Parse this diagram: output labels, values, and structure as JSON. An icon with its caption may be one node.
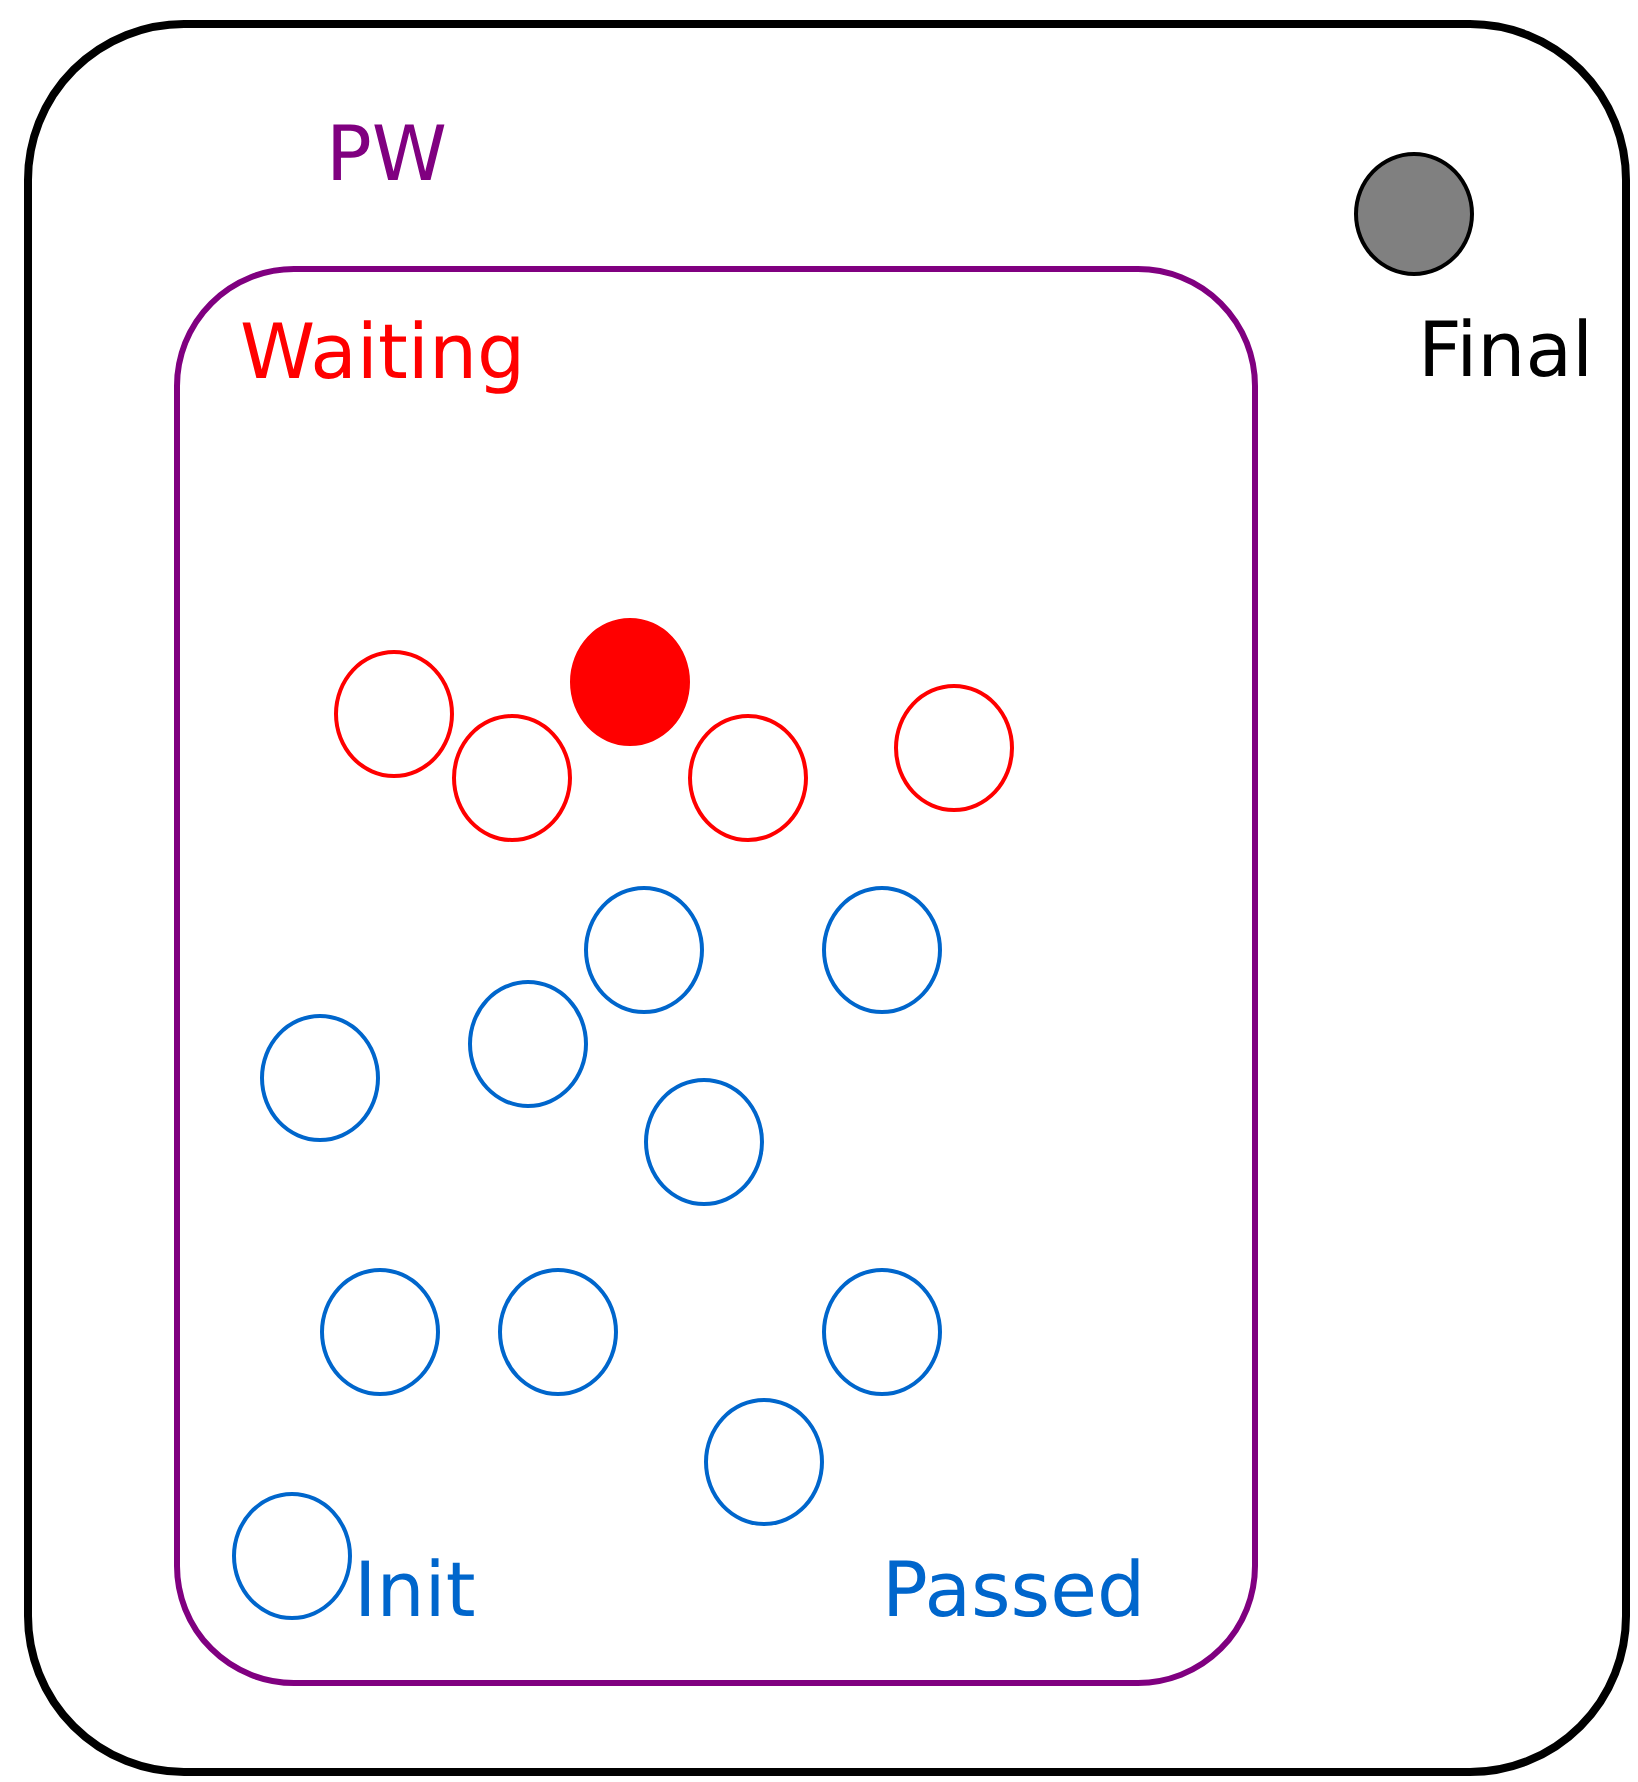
{
  "diagram": {
    "nodes": [
      {
        "text": [],
        "shape": "box"
      },
      {
        "text": [
          "PW"
        ],
        "in": 0
      },
      {
        "text": [],
        "shape": "circle",
        "in": 0,
        "beside": [
          "Final"
        ]
      },
      {
        "text": [],
        "shape": "circle",
        "in": 1
      },
      {
        "text": [],
        "shape": "circle",
        "in": 1
      },
      {
        "text": [],
        "shape": "circle",
        "in": 1
      },
      {
        "text": [],
        "shape": "circle",
        "in": 1
      },
      {
        "text": [],
        "shape": "circle",
        "in": 1
      },
      {
        "text": [],
        "shape": "circle",
        "in": 1
      },
      {
        "text": [],
        "shape": "circle",
        "in": 1
      },
      {
        "text": [],
        "shape": "circle",
        "in": 1
      },
      {
        "text": [],
        "shape": "circle",
        "in": 1
      },
      {
        "text": [],
        "shape": "circle",
        "in": 1
      },
      {
        "text": [],
        "shape": "circle",
        "in": 1
      },
      {
        "text": [],
        "shape": "circle",
        "in": 1
      },
      {
        "text": [],
        "shape": "circle",
        "in": 1
      },
      {
        "text": [],
        "shape": "circle",
        "in": 1
      },
      {
        "text": [],
        "shape": "circle",
        "in": 1
      }
    ],
    "labels": [
      "Waiting",
      "Init",
      "Passed"
    ]
  }
}
